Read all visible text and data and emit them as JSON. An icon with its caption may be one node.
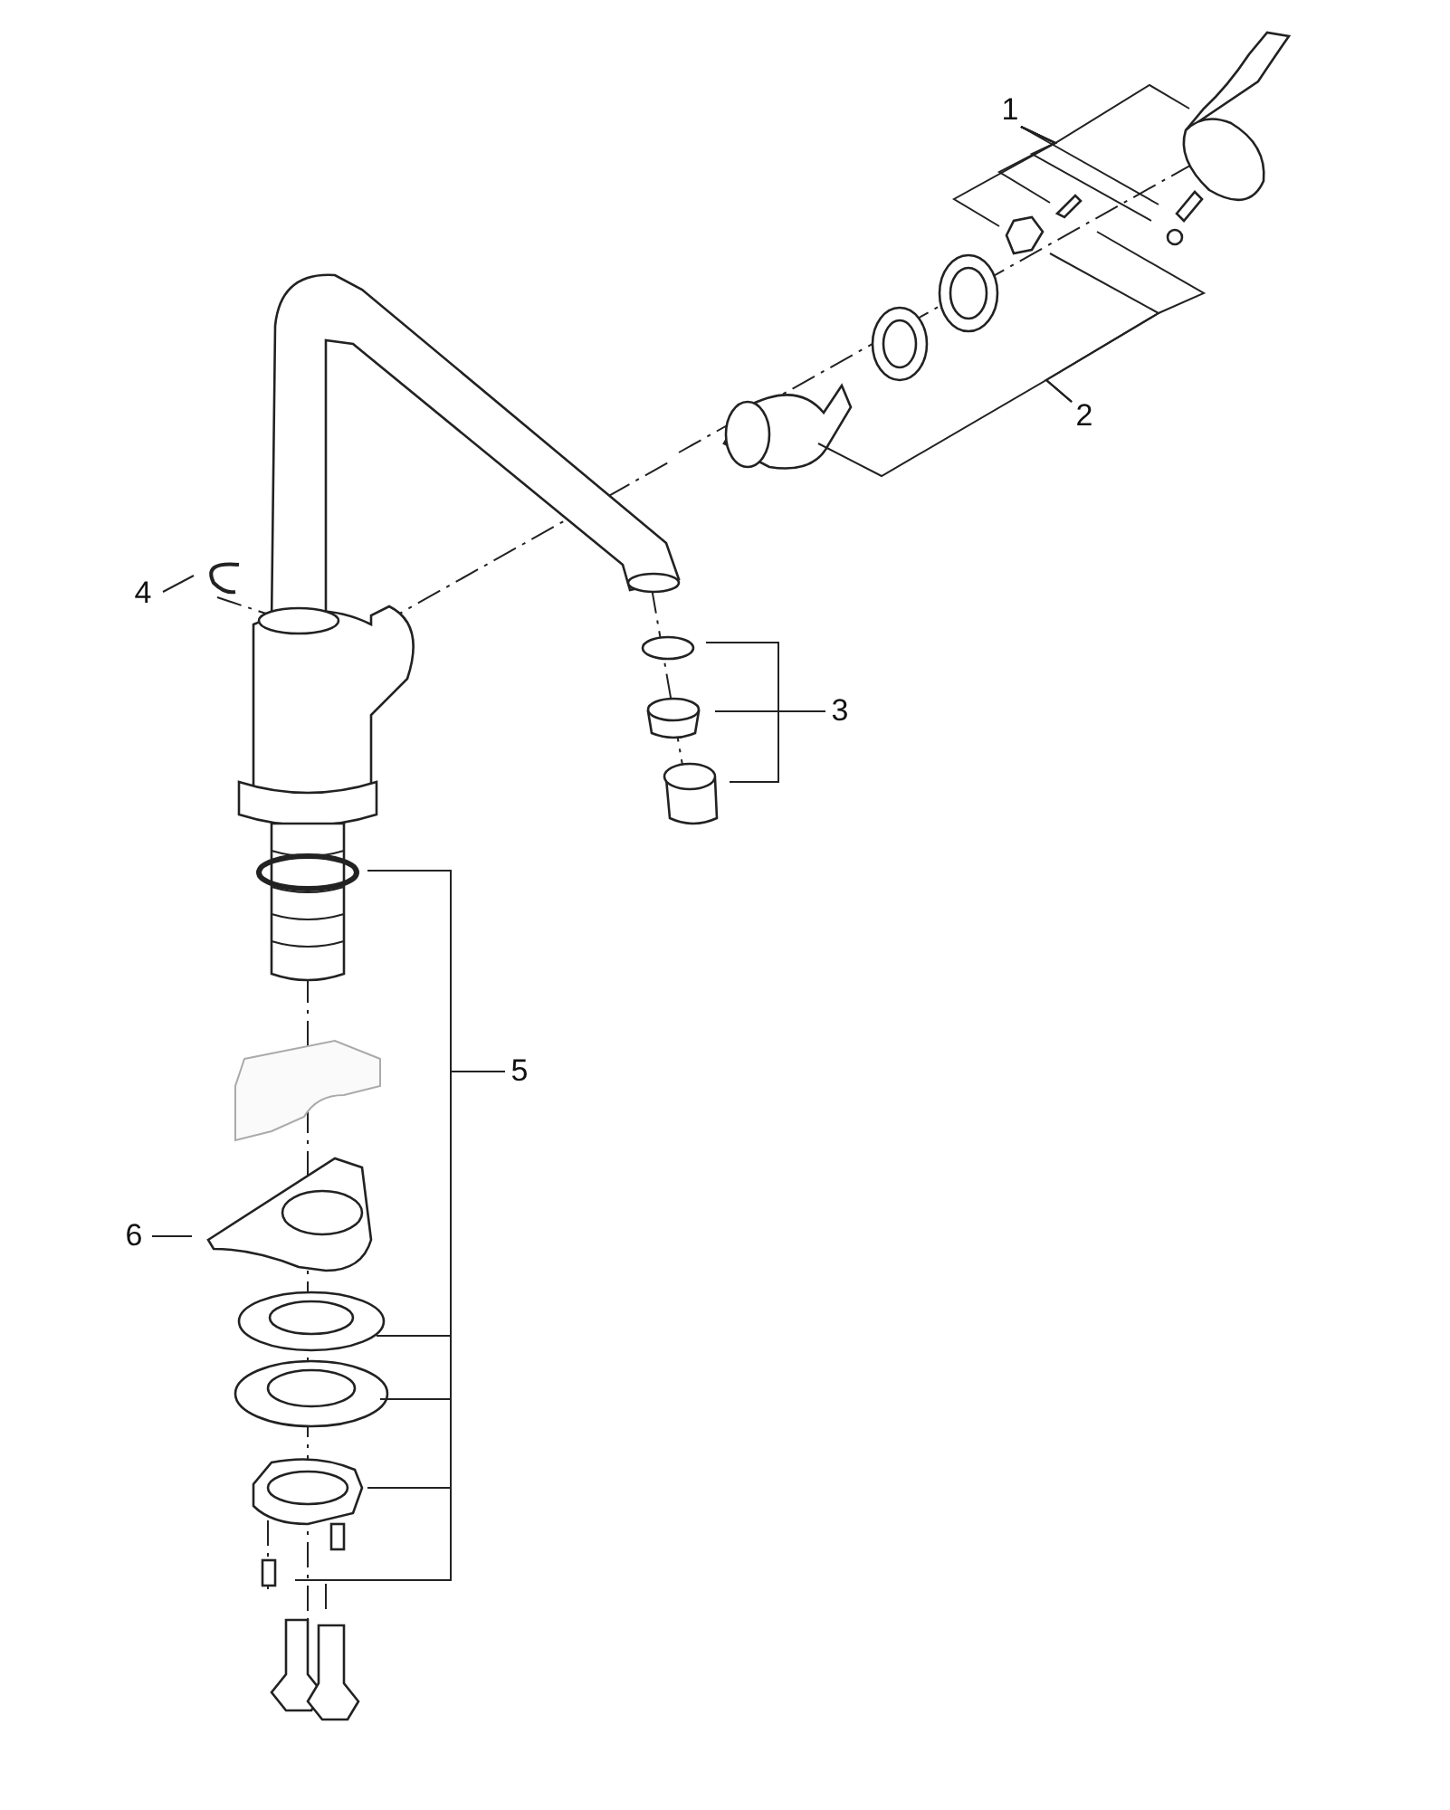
{
  "diagram": {
    "nodes": [
      {
        "text": [
          "1"
        ]
      },
      {
        "text": [
          "2"
        ]
      },
      {
        "text": [
          "3"
        ]
      },
      {
        "text": [
          "4"
        ]
      },
      {
        "text": [
          "5"
        ]
      },
      {
        "text": [
          "6"
        ]
      }
    ],
    "edges": [
      {
        "from": 0,
        "to": null,
        "arrow": "none"
      },
      {
        "from": 0,
        "to": null,
        "arrow": "none"
      },
      {
        "from": 0,
        "to": null,
        "arrow": "none"
      },
      {
        "from": 0,
        "to": null,
        "arrow": "none"
      },
      {
        "from": 0,
        "to": null,
        "arrow": "none"
      },
      {
        "from": 1,
        "to": null,
        "arrow": "none"
      },
      {
        "from": 1,
        "to": null,
        "arrow": "none"
      },
      {
        "from": 1,
        "to": null,
        "arrow": "none"
      },
      {
        "from": 2,
        "to": null,
        "arrow": "none"
      },
      {
        "from": 2,
        "to": null,
        "arrow": "none"
      },
      {
        "from": 2,
        "to": null,
        "arrow": "none"
      },
      {
        "from": 3,
        "to": null,
        "arrow": "none"
      },
      {
        "from": 4,
        "to": null,
        "arrow": "none"
      },
      {
        "from": 4,
        "to": null,
        "arrow": "none"
      },
      {
        "from": 4,
        "to": null,
        "arrow": "none"
      },
      {
        "from": 4,
        "to": null,
        "arrow": "none"
      },
      {
        "from": 4,
        "to": null,
        "arrow": "none"
      },
      {
        "from": 5,
        "to": null,
        "arrow": "none"
      }
    ]
  }
}
